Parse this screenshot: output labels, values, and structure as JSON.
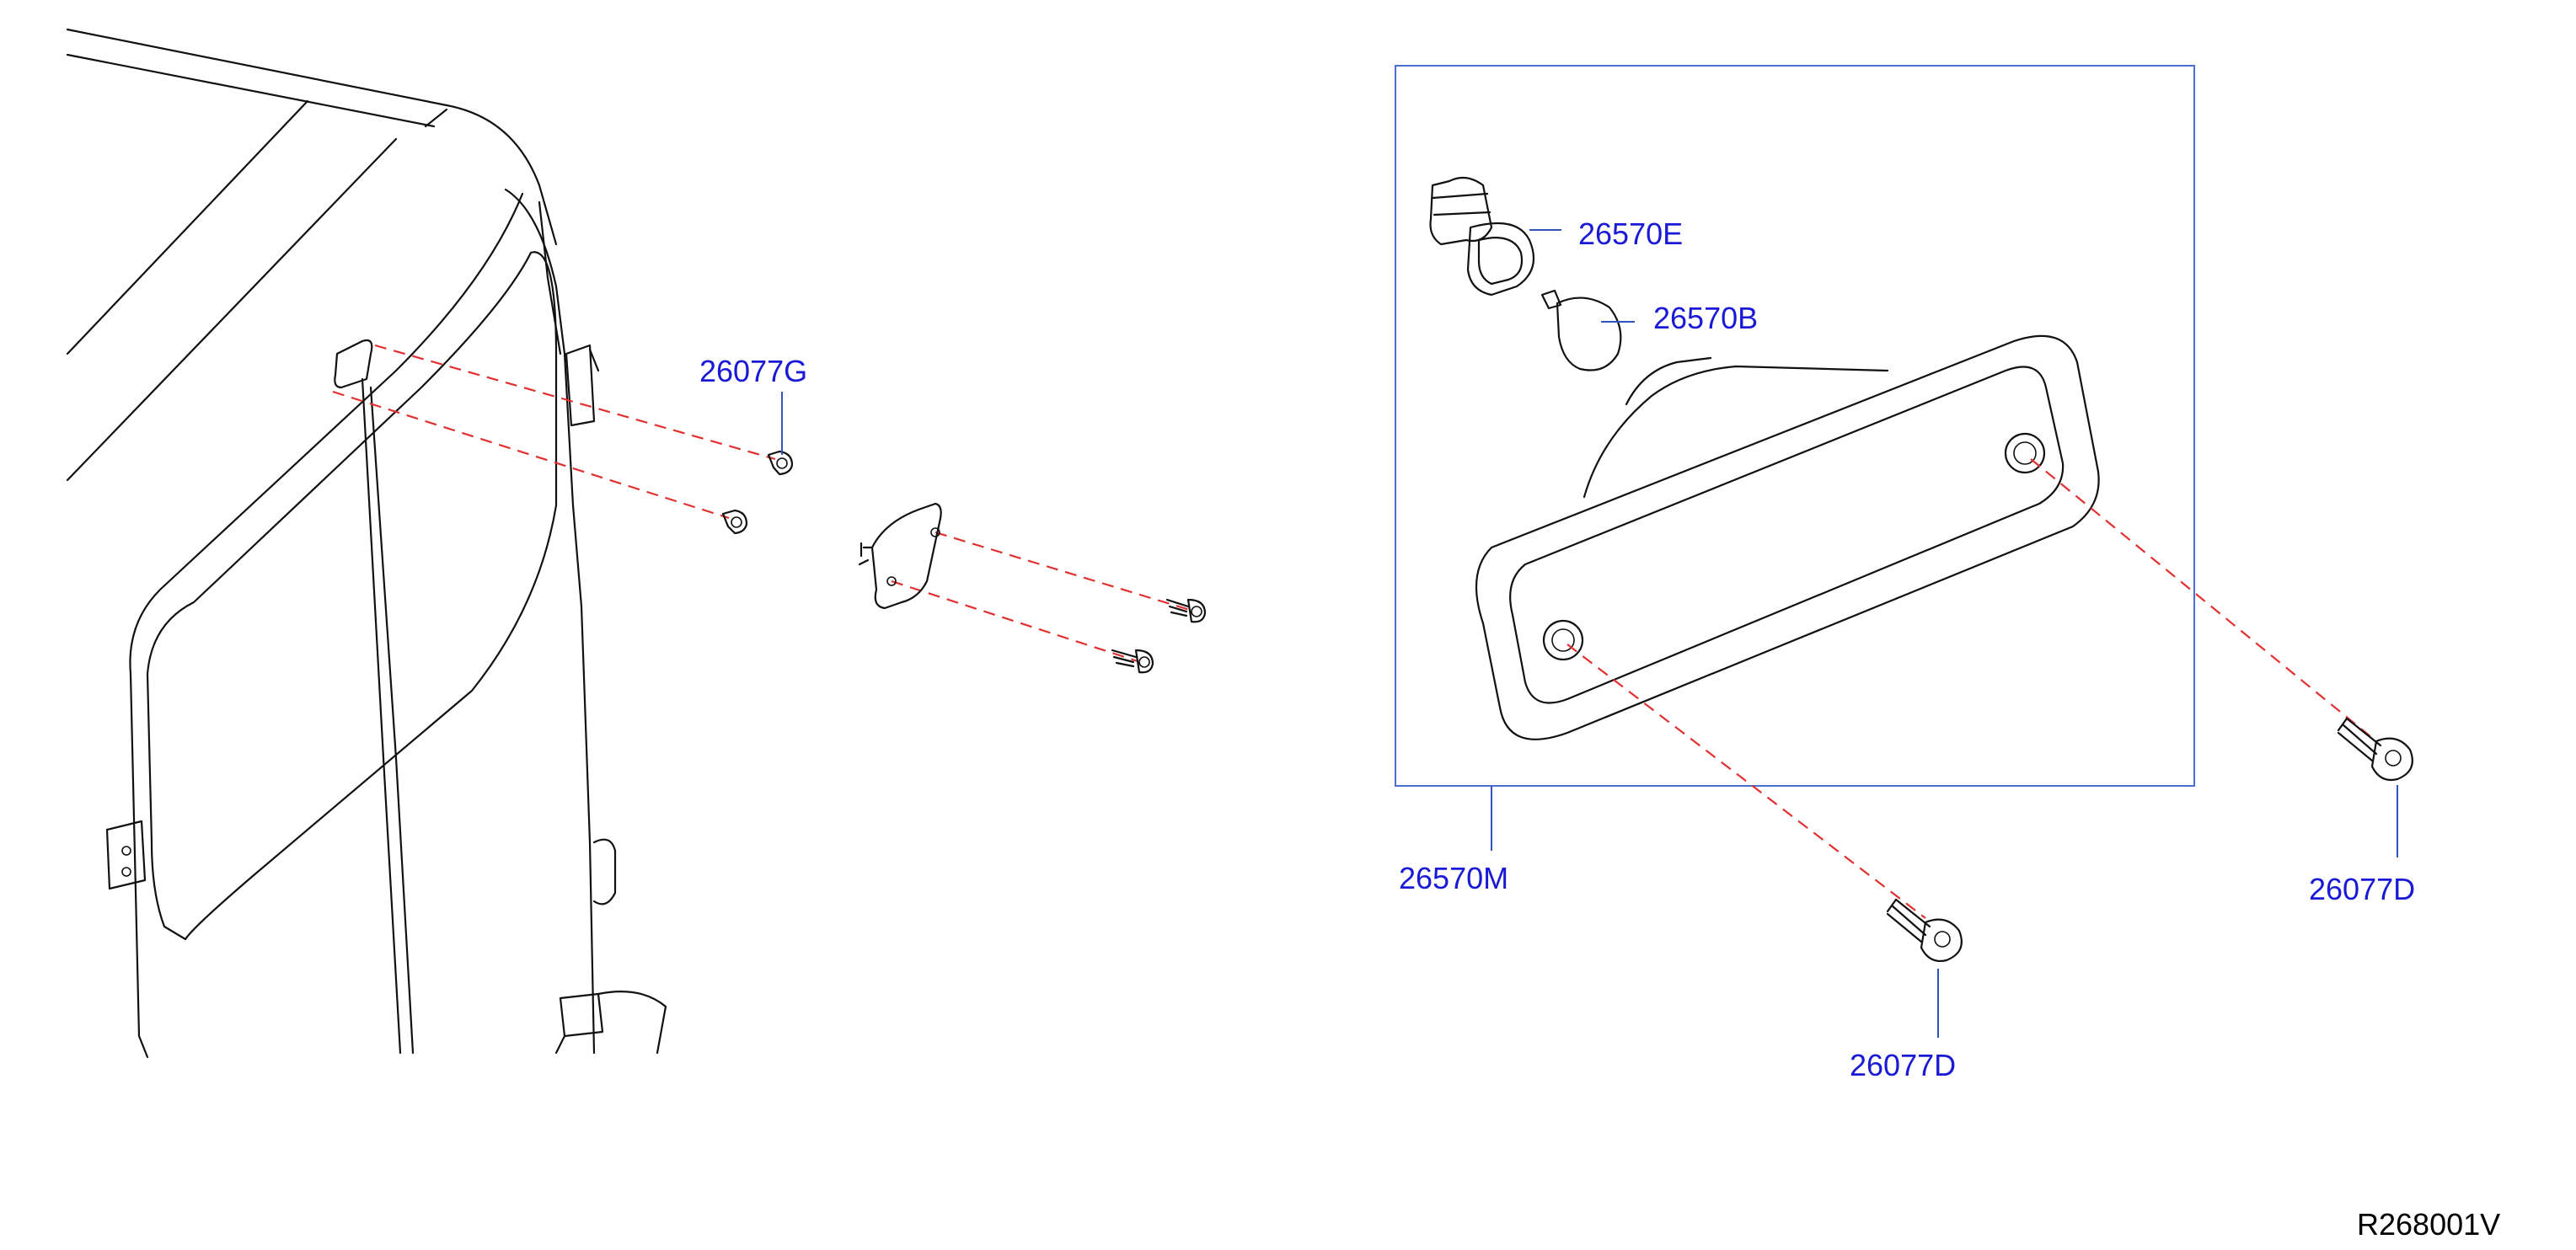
{
  "colors": {
    "label": "#1a1ad6",
    "leader": "#3355bb",
    "callout_box": "#4a6fd0",
    "dash": "#e23030",
    "ink": "#111111"
  },
  "labels": {
    "p26077G": "26077G",
    "p26570E": "26570E",
    "p26570B": "26570B",
    "p26570M": "26570M",
    "p26077D_left": "26077D",
    "p26077D_right": "26077D"
  },
  "reference_code": "R268001V"
}
